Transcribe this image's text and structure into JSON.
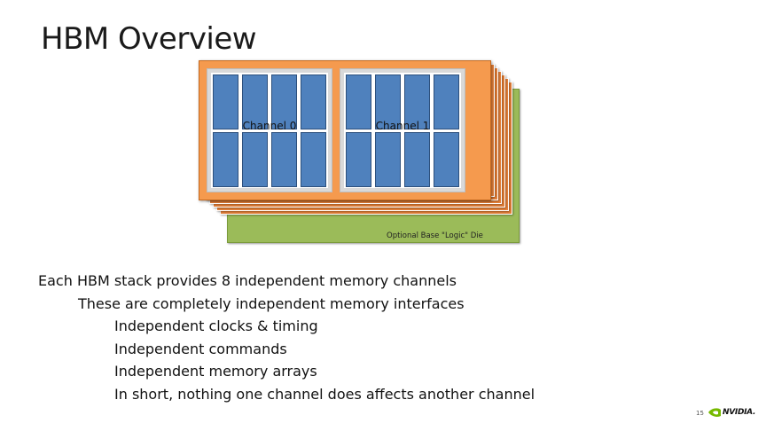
{
  "slide": {
    "title": "HBM Overview",
    "page_number": "15"
  },
  "diagram": {
    "channels": [
      {
        "label": "Channel 0"
      },
      {
        "label": "Channel 1"
      }
    ],
    "base_die_label": "Optional Base \"Logic\" Die",
    "colors": {
      "die_orange": "#f59a4e",
      "base_green": "#9bbb59",
      "bank_blue": "#4f81bd"
    }
  },
  "bullets": [
    {
      "level": 1,
      "text": "Each HBM stack provides 8 independent memory channels"
    },
    {
      "level": 2,
      "text": "These are completely independent memory interfaces"
    },
    {
      "level": 3,
      "text": "Independent clocks & timing"
    },
    {
      "level": 3,
      "text": "Independent commands"
    },
    {
      "level": 3,
      "text": "Independent memory arrays"
    },
    {
      "level": 3,
      "text": "In short, nothing one channel does affects another channel"
    }
  ],
  "logo": {
    "text": "NVIDIA.",
    "icon": "nvidia-eye-icon",
    "color": "#76b900"
  }
}
